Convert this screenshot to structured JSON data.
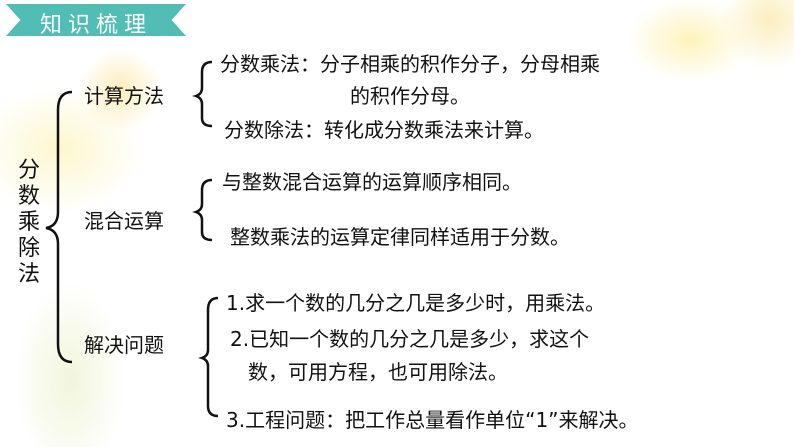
{
  "banner": {
    "title": "知识梳理"
  },
  "root": {
    "label": "分数乘除法"
  },
  "sections": [
    {
      "label": "计算方法",
      "items": [
        "分数乘法：分子相乘的积作分子，分母相乘",
        "的积作分母。",
        "分数除法：转化成分数乘法来计算。"
      ]
    },
    {
      "label": "混合运算",
      "items": [
        "与整数混合运算的运算顺序相同。",
        "整数乘法的运算定律同样适用于分数。"
      ]
    },
    {
      "label": "解决问题",
      "items": [
        "1.求一个数的几分之几是多少时，用乘法。",
        "2.已知一个数的几分之几是多少，求这个",
        "数，可用方程，也可用除法。",
        "3.工程问题：把工作总量看作单位“1”来解决。"
      ]
    }
  ],
  "colors": {
    "banner": "#52bdb5"
  }
}
